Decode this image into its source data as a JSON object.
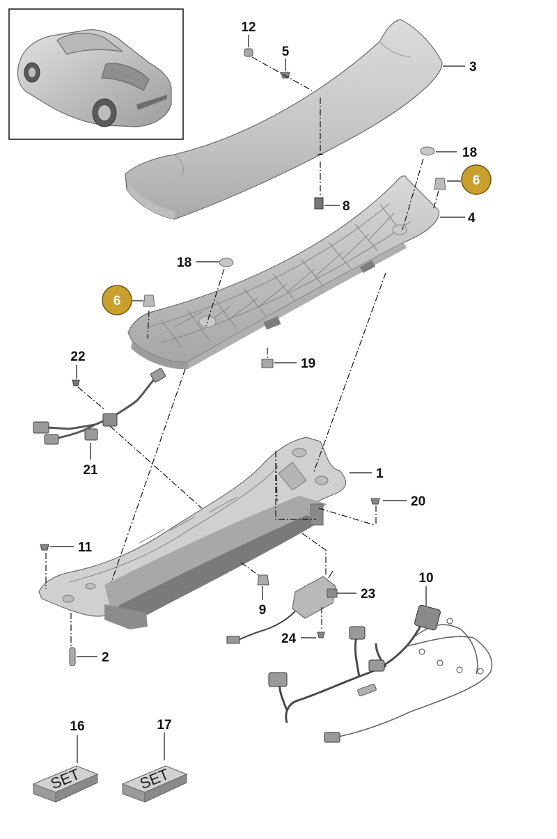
{
  "callouts": {
    "c1": "1",
    "c2": "2",
    "c3": "3",
    "c4": "4",
    "c5": "5",
    "c6a": "6",
    "c6b": "6",
    "c8": "8",
    "c9": "9",
    "c10": "10",
    "c11": "11",
    "c12": "12",
    "c16": "16",
    "c17": "17",
    "c18a": "18",
    "c18b": "18",
    "c19": "19",
    "c20": "20",
    "c21": "21",
    "c22": "22",
    "c23": "23",
    "c24": "24"
  },
  "kits": {
    "set_a": "SET",
    "set_b": "SET"
  },
  "colors": {
    "highlight": "#c9a02c",
    "part_fill": "#cfcfcf",
    "line": "#111111"
  }
}
